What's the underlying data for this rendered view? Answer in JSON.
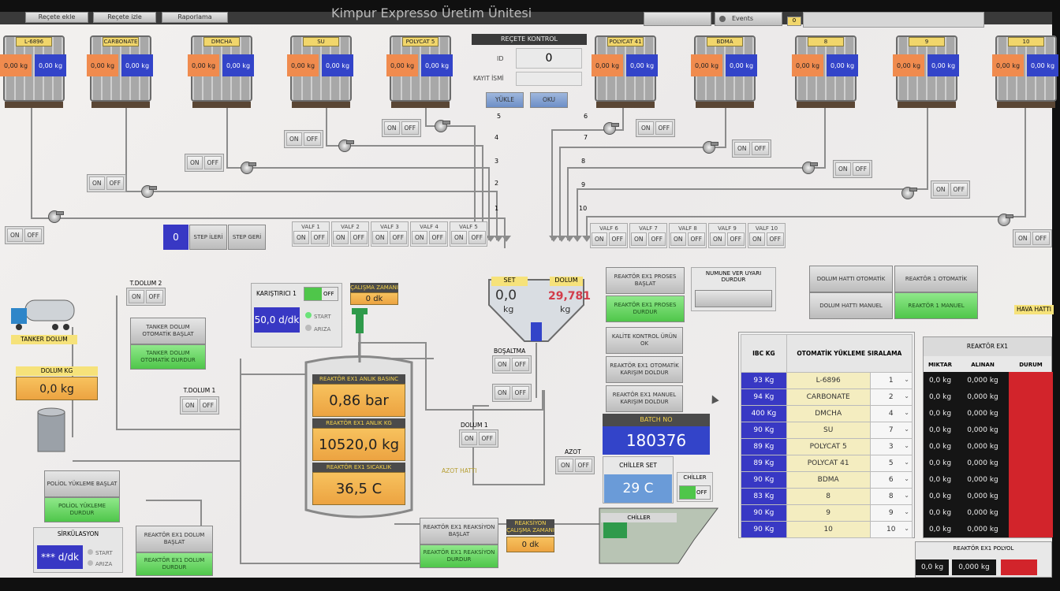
{
  "header": {
    "tab1": "Reçete ekle",
    "tab2": "Reçete izle",
    "tab3": "Raporlama",
    "title": "Kimpur Expresso Üretim Ünitesi",
    "events": "Events",
    "side": "0"
  },
  "tanks": [
    {
      "name": "L-6896",
      "left": "0,00 kg",
      "right": "0,00 kg"
    },
    {
      "name": "CARBONATE",
      "left": "0,00 kg",
      "right": "0,00 kg"
    },
    {
      "name": "DMCHA",
      "left": "0,00 kg",
      "right": "0,00 kg"
    },
    {
      "name": "SU",
      "left": "0,00 kg",
      "right": "0,00 kg"
    },
    {
      "name": "POLYCAT 5",
      "left": "0,00 kg",
      "right": "0,00 kg"
    },
    {
      "name": "POLYCAT 41",
      "left": "0,00 kg",
      "right": "0,00 kg"
    },
    {
      "name": "BDMA",
      "left": "0,00 kg",
      "right": "0,00 kg"
    },
    {
      "name": "8",
      "left": "0,00 kg",
      "right": "0,00 kg"
    },
    {
      "name": "9",
      "left": "0,00 kg",
      "right": "0,00 kg"
    },
    {
      "name": "10",
      "left": "0,00 kg",
      "right": "0,00 kg"
    }
  ],
  "on": "ON",
  "off": "OFF",
  "recipe": {
    "title": "REÇETE KONTROL",
    "id_label": "ID",
    "id_value": "0",
    "name_label": "KAYIT İSMİ",
    "load": "YÜKLE",
    "read": "OKU"
  },
  "line_numbers": [
    "1",
    "2",
    "3",
    "4",
    "5",
    "6",
    "7",
    "8",
    "9",
    "10"
  ],
  "valves": [
    "VALF 1",
    "VALF 2",
    "VALF 3",
    "VALF 4",
    "VALF 5",
    "VALF 6",
    "VALF 7",
    "VALF 8",
    "VALF 9",
    "VALF 10"
  ],
  "step": {
    "value": "0",
    "next": "STEP İLERİ",
    "back": "STEP GERİ"
  },
  "hopper": {
    "set_label": "SET",
    "dolum_label": "DOLUM",
    "set_value": "0,0",
    "set_unit": "kg",
    "dolum_value": "29,781",
    "dolum_unit": "kg"
  },
  "labels": {
    "tdolum2": "T.DOLUM 2",
    "tdolum1": "T.DOLUM 1",
    "tanker": "TANKER DOLUM",
    "dolumkg": "DOLUM KG",
    "dolumkg_value": "0,0 kg",
    "tanker_start": "TANKER DOLUM OTOMATİK BAŞLAT",
    "tanker_stop": "TANKER DOLUM OTOMATİK DURDUR",
    "poliol_start": "POLİOL YÜKLEME BAŞLAT",
    "poliol_stop": "POLİOL YÜKLEME DURDUR",
    "sirk": "SİRKÜLASYON",
    "sirk_value": "*** d/dk",
    "start": "START",
    "ariza": "ARIZA",
    "karistirici": "KARIŞTIRICI 1",
    "karistirici_value": "50,0 d/dk",
    "calisma": "ÇALIŞMA ZAMANI",
    "calisma_value": "0 dk",
    "bosaltma": "BOŞALTMA",
    "dolum1": "DOLUM 1",
    "azot": "AZOT",
    "azot_hatti": "AZOT HATTI",
    "hava": "HAVA HATTI"
  },
  "reactor": {
    "p_label": "REAKTÖR EX1 ANLIK BASINC",
    "p_value": "0,86 bar",
    "m_label": "REAKTÖR EX1  ANLIK KG",
    "m_value": "10520,0 kg",
    "t_label": "REAKTÖR EX1  SICAKLIK",
    "t_value": "36,5 C"
  },
  "buttons": {
    "proses_start": "REAKTÖR EX1 PROSES BAŞLAT",
    "proses_stop": "REAKTÖR EX1 PROSES DURDUR",
    "numune": "NUMUNE VER UYARI DURDUR",
    "kalite": "KALİTE KONTROL ÜRÜN OK",
    "oto_karisim": "REAKTÖR EX1 OTOMATİK KARIŞIM DOLDUR",
    "man_karisim": "REAKTÖR EX1 MANUEL KARIŞIM DOLDUR",
    "dolum_oto": "DOLUM HATTI OTOMATİK",
    "dolum_man": "DOLUM HATTI MANUEL",
    "reak_oto": "REAKTÖR 1 OTOMATİK",
    "reak_man": "REAKTÖR 1 MANUEL",
    "ex1_dolum_start": "REAKTÖR EX1 DOLUM BAŞLAT",
    "ex1_dolum_stop": "REAKTÖR EX1 DOLUM DURDUR",
    "ex1_reak_start": "REAKTÖR EX1 REAKSİYON BAŞLAT",
    "ex1_reak_stop": "REAKTÖR EX1 REAKSİYON DURDUR",
    "reak_zaman": "REAKSİYON ÇALIŞMA ZAMANI",
    "reak_zaman_value": "0 dk"
  },
  "batch": {
    "label": "BATCH NO",
    "value": "180376"
  },
  "chiller": {
    "set_label": "CHİLLER SET",
    "set_value": "29 C",
    "label": "CHİLLER",
    "unit_label": "CHİLLER"
  },
  "ibc": {
    "h1": "IBC KG",
    "h2": "OTOMATİK YÜKLEME SIRALAMA",
    "rows": [
      {
        "kg": "93 Kg",
        "name": "L-6896",
        "ord": "1"
      },
      {
        "kg": "94 Kg",
        "name": "CARBONATE",
        "ord": "2"
      },
      {
        "kg": "400 Kg",
        "name": "DMCHA",
        "ord": "4"
      },
      {
        "kg": "90 Kg",
        "name": "SU",
        "ord": "7"
      },
      {
        "kg": "89 Kg",
        "name": "POLYCAT 5",
        "ord": "3"
      },
      {
        "kg": "89 Kg",
        "name": "POLYCAT 41",
        "ord": "5"
      },
      {
        "kg": "90 Kg",
        "name": "BDMA",
        "ord": "6"
      },
      {
        "kg": "83 Kg",
        "name": "8",
        "ord": "8"
      },
      {
        "kg": "90 Kg",
        "name": "9",
        "ord": "9"
      },
      {
        "kg": "90 Kg",
        "name": "10",
        "ord": "10"
      }
    ]
  },
  "rex": {
    "title": "REAKTÖR EX1",
    "h1": "MIKTAR",
    "h2": "ALINAN",
    "h3": "DURUM",
    "miktar": "0,0 kg",
    "alinan": "0,000 kg",
    "polyol_title": "REAKTÖR EX1 POLYOL",
    "polyol_miktar": "0,0 kg",
    "polyol_alinan": "0,000 kg"
  },
  "colors": {
    "blue": "#3838c4",
    "orange": "#f08b4e",
    "green": "#4fc64a",
    "red": "#d2242b",
    "yellow": "#f1d66b"
  }
}
